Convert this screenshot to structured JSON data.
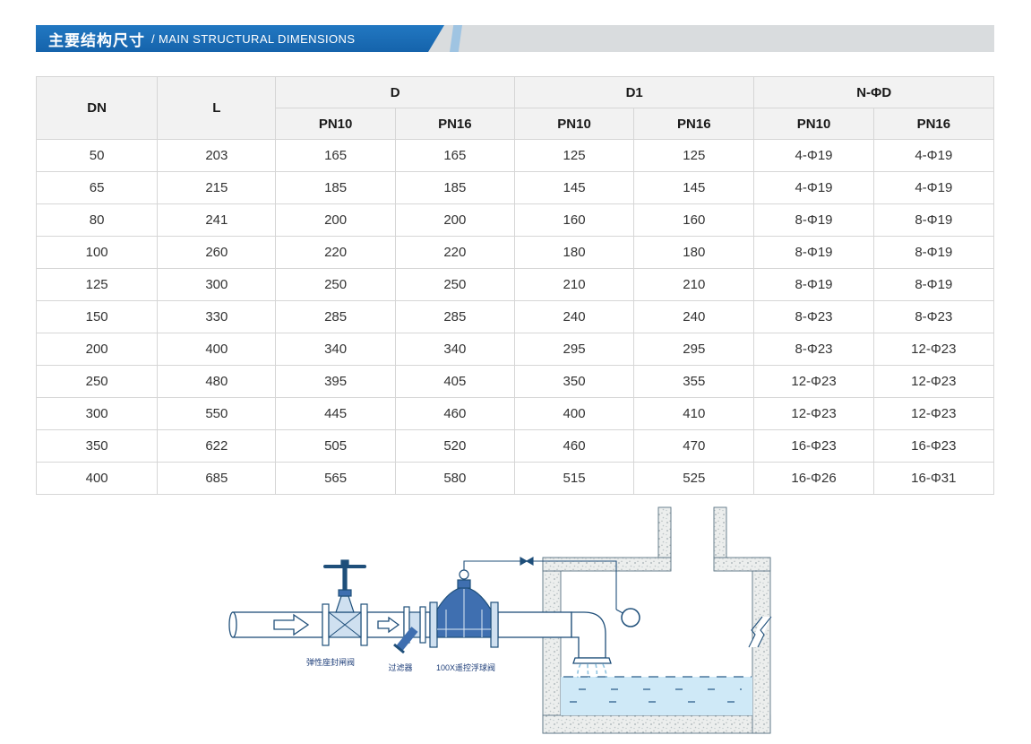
{
  "header": {
    "title_zh": "主要结构尺寸",
    "title_en": "/ MAIN STRUCTURAL DIMENSIONS",
    "banner_color": "#1a6cb4",
    "strip_color": "#d9dcde"
  },
  "table": {
    "head": {
      "dn": "DN",
      "l": "L",
      "d": "D",
      "d1": "D1",
      "n_phi_d": "N-ΦD"
    },
    "sub_headers": [
      "PN10",
      "PN16",
      "PN10",
      "PN16",
      "PN10",
      "PN16"
    ],
    "rows": [
      [
        "50",
        "203",
        "165",
        "165",
        "125",
        "125",
        "4-Φ19",
        "4-Φ19"
      ],
      [
        "65",
        "215",
        "185",
        "185",
        "145",
        "145",
        "4-Φ19",
        "4-Φ19"
      ],
      [
        "80",
        "241",
        "200",
        "200",
        "160",
        "160",
        "8-Φ19",
        "8-Φ19"
      ],
      [
        "100",
        "260",
        "220",
        "220",
        "180",
        "180",
        "8-Φ19",
        "8-Φ19"
      ],
      [
        "125",
        "300",
        "250",
        "250",
        "210",
        "210",
        "8-Φ19",
        "8-Φ19"
      ],
      [
        "150",
        "330",
        "285",
        "285",
        "240",
        "240",
        "8-Φ23",
        "8-Φ23"
      ],
      [
        "200",
        "400",
        "340",
        "340",
        "295",
        "295",
        "8-Φ23",
        "12-Φ23"
      ],
      [
        "250",
        "480",
        "395",
        "405",
        "350",
        "355",
        "12-Φ23",
        "12-Φ23"
      ],
      [
        "300",
        "550",
        "445",
        "460",
        "400",
        "410",
        "12-Φ23",
        "12-Φ23"
      ],
      [
        "350",
        "622",
        "505",
        "520",
        "460",
        "470",
        "16-Φ23",
        "16-Φ23"
      ],
      [
        "400",
        "685",
        "565",
        "580",
        "515",
        "525",
        "16-Φ26",
        "16-Φ31"
      ]
    ]
  },
  "diagram": {
    "labels": {
      "gate_valve": "弹性座封闸阀",
      "strainer": "过滤器",
      "float_valve": "100X遥控浮球阀"
    },
    "colors": {
      "line": "#1f4f7a",
      "valve_fill": "#3f6fb0",
      "water": "#cfe9f7"
    }
  }
}
